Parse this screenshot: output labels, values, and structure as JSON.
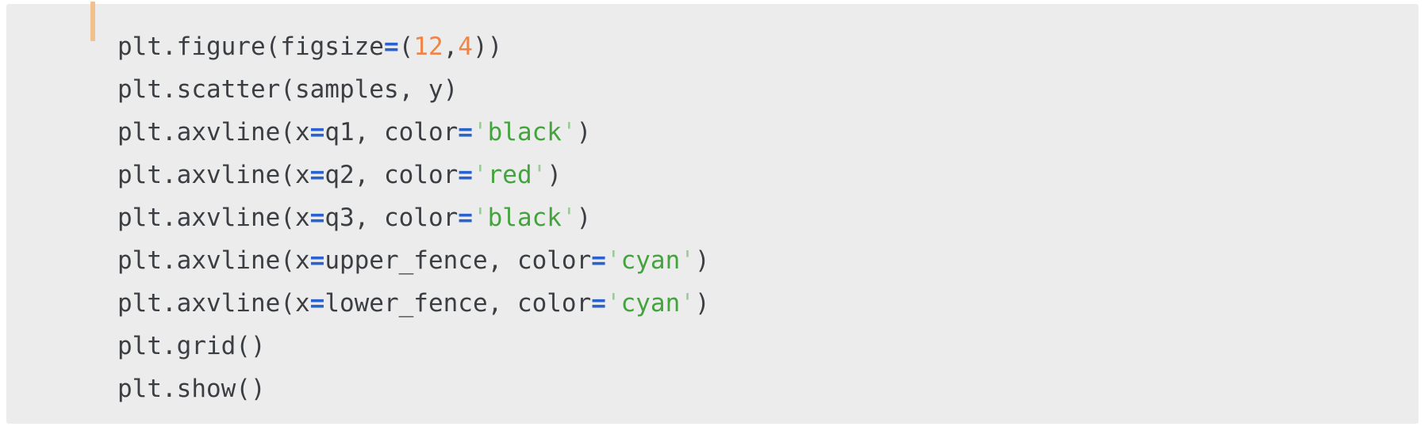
{
  "colors": {
    "page_background": "#ffffff",
    "cell_background": "#ececec",
    "accent_bar": "#f0c18d",
    "code_text": "#3b3e42",
    "operator": "#2962cc",
    "number": "#ee8445",
    "string": "#43a33c",
    "string_quote": "#9ec99b"
  },
  "cell": {
    "type": "notebook-code-cell",
    "language": "python"
  },
  "code": {
    "lines": [
      [
        {
          "t": "p",
          "v": "plt.figure(figsize"
        },
        {
          "t": "o",
          "v": "="
        },
        {
          "t": "p",
          "v": "("
        },
        {
          "t": "n",
          "v": "12"
        },
        {
          "t": "p",
          "v": ","
        },
        {
          "t": "n",
          "v": "4"
        },
        {
          "t": "p",
          "v": "))"
        }
      ],
      [
        {
          "t": "p",
          "v": "plt.scatter(samples, y)"
        }
      ],
      [
        {
          "t": "p",
          "v": "plt.axvline(x"
        },
        {
          "t": "o",
          "v": "="
        },
        {
          "t": "p",
          "v": "q1, color"
        },
        {
          "t": "o",
          "v": "="
        },
        {
          "t": "q",
          "v": "'"
        },
        {
          "t": "s",
          "v": "black"
        },
        {
          "t": "q",
          "v": "'"
        },
        {
          "t": "p",
          "v": ")"
        }
      ],
      [
        {
          "t": "p",
          "v": "plt.axvline(x"
        },
        {
          "t": "o",
          "v": "="
        },
        {
          "t": "p",
          "v": "q2, color"
        },
        {
          "t": "o",
          "v": "="
        },
        {
          "t": "q",
          "v": "'"
        },
        {
          "t": "s",
          "v": "red"
        },
        {
          "t": "q",
          "v": "'"
        },
        {
          "t": "p",
          "v": ")"
        }
      ],
      [
        {
          "t": "p",
          "v": "plt.axvline(x"
        },
        {
          "t": "o",
          "v": "="
        },
        {
          "t": "p",
          "v": "q3, color"
        },
        {
          "t": "o",
          "v": "="
        },
        {
          "t": "q",
          "v": "'"
        },
        {
          "t": "s",
          "v": "black"
        },
        {
          "t": "q",
          "v": "'"
        },
        {
          "t": "p",
          "v": ")"
        }
      ],
      [
        {
          "t": "p",
          "v": "plt.axvline(x"
        },
        {
          "t": "o",
          "v": "="
        },
        {
          "t": "p",
          "v": "upper_fence, color"
        },
        {
          "t": "o",
          "v": "="
        },
        {
          "t": "q",
          "v": "'"
        },
        {
          "t": "s",
          "v": "cyan"
        },
        {
          "t": "q",
          "v": "'"
        },
        {
          "t": "p",
          "v": ")"
        }
      ],
      [
        {
          "t": "p",
          "v": "plt.axvline(x"
        },
        {
          "t": "o",
          "v": "="
        },
        {
          "t": "p",
          "v": "lower_fence, color"
        },
        {
          "t": "o",
          "v": "="
        },
        {
          "t": "q",
          "v": "'"
        },
        {
          "t": "s",
          "v": "cyan"
        },
        {
          "t": "q",
          "v": "'"
        },
        {
          "t": "p",
          "v": ")"
        }
      ],
      [
        {
          "t": "p",
          "v": "plt.grid()"
        }
      ],
      [
        {
          "t": "p",
          "v": "plt.show()"
        }
      ]
    ]
  }
}
